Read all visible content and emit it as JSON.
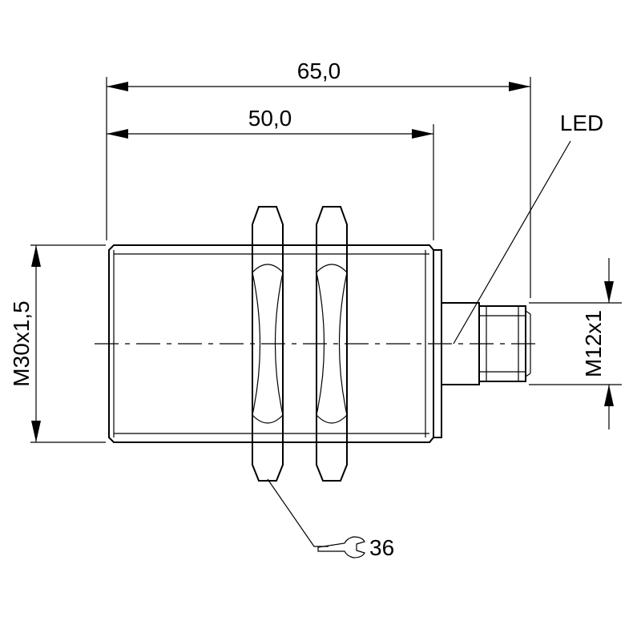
{
  "dimensions": {
    "overall_length": "65,0",
    "thread_length": "50,0",
    "body_thread": "M30x1,5",
    "connector_thread": "M12x1",
    "wrench_size": "36"
  },
  "callouts": {
    "led": "LED"
  },
  "icons": {
    "wrench": "open-wrench-icon"
  }
}
